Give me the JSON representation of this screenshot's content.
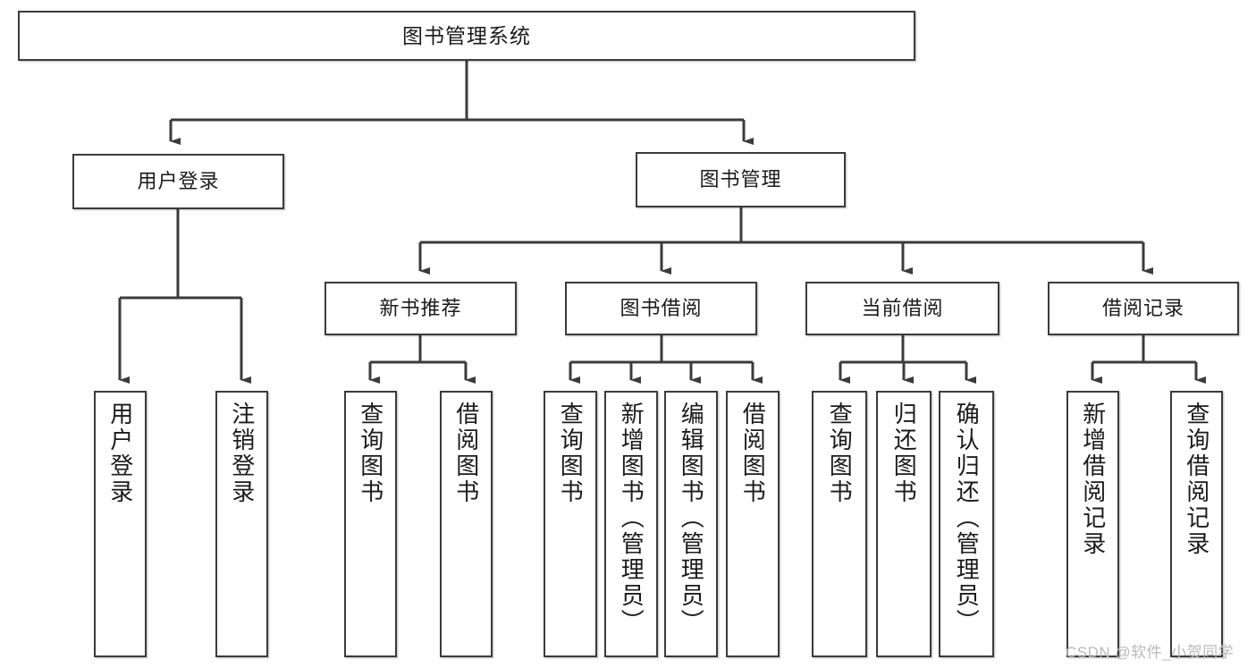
{
  "diagram": {
    "title": "图书管理系统",
    "type": "tree-hierarchy-chart",
    "root": {
      "label": "图书管理系统"
    },
    "level2": [
      {
        "label": "用户登录"
      },
      {
        "label": "图书管理"
      }
    ],
    "level3": [
      {
        "label": "新书推荐"
      },
      {
        "label": "图书借阅"
      },
      {
        "label": "当前借阅"
      },
      {
        "label": "借阅记录"
      }
    ],
    "leaves": {
      "user_login": [
        {
          "label": "用户登录"
        },
        {
          "label": "注销登录"
        }
      ],
      "new_book_recommend": [
        {
          "label": "查询图书"
        },
        {
          "label": "借阅图书"
        }
      ],
      "book_borrow": [
        {
          "label": "查询图书"
        },
        {
          "label": "新增图书（管理员）"
        },
        {
          "label": "编辑图书（管理员）"
        },
        {
          "label": "借阅图书"
        }
      ],
      "current_borrow": [
        {
          "label": "查询图书"
        },
        {
          "label": "归还图书"
        },
        {
          "label": "确认归还（管理员）"
        }
      ],
      "borrow_record": [
        {
          "label": "新增借阅记录"
        },
        {
          "label": "查询借阅记录"
        }
      ]
    },
    "watermark": "CSDN @软件_小贺同学",
    "colors": {
      "border": "#3b3b3b",
      "background": "#ffffff",
      "text": "#1b1b1b",
      "connector": "#3b3b3b",
      "watermark": "#b9b9b9"
    }
  }
}
